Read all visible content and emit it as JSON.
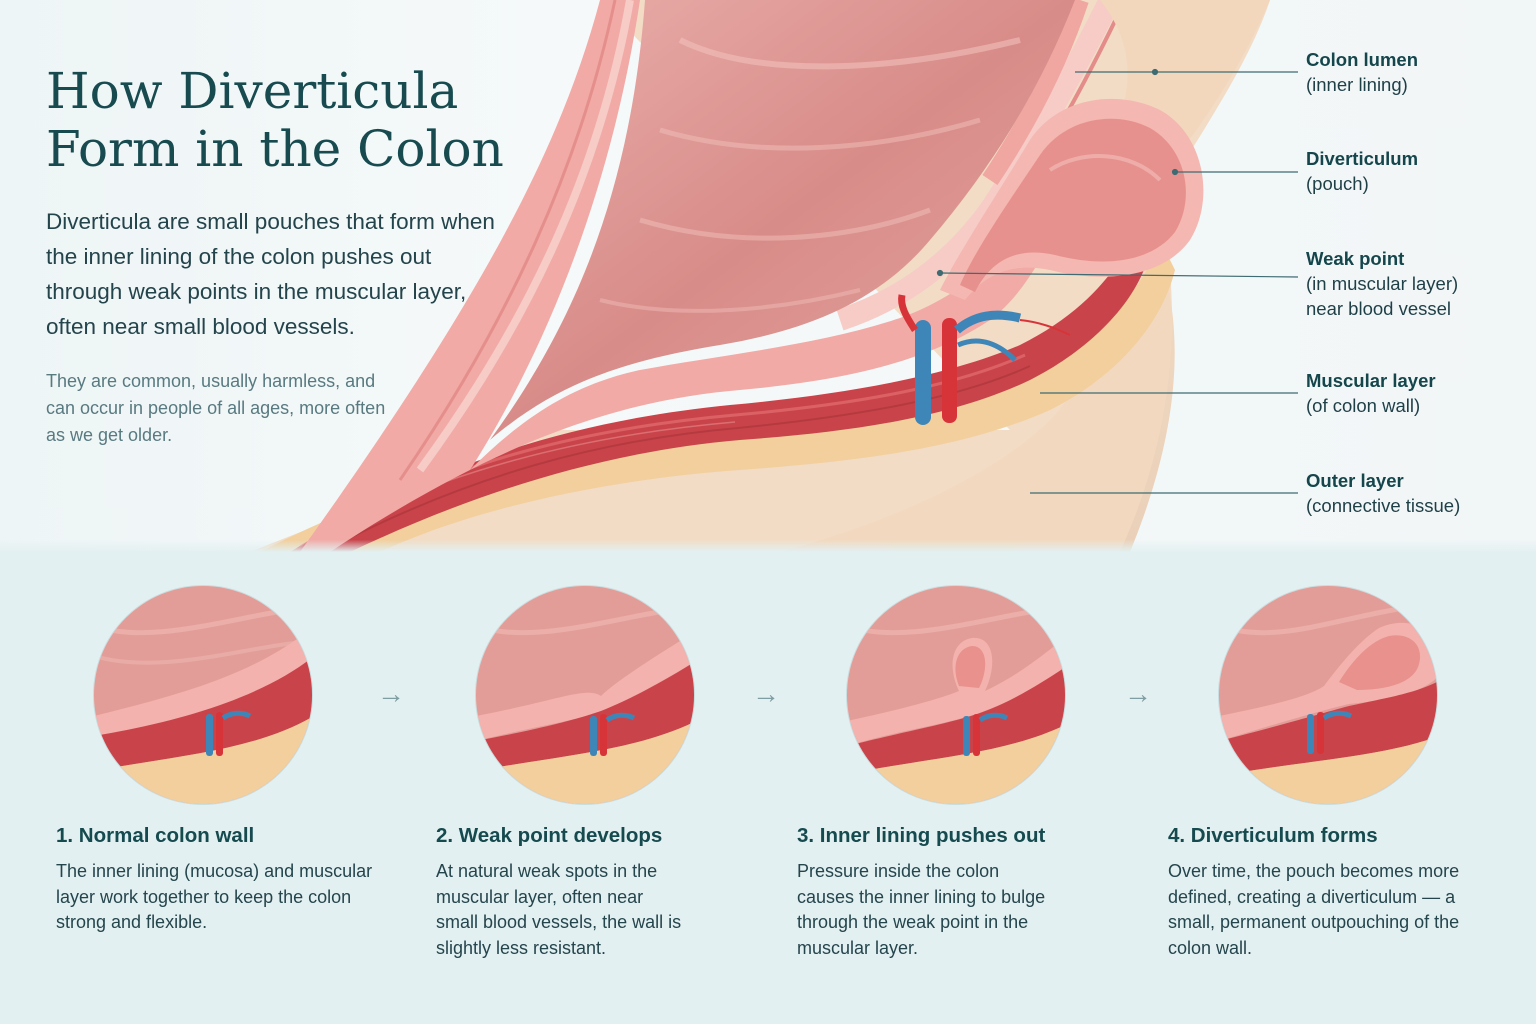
{
  "header": {
    "title_line1": "How Diverticula",
    "title_line2": "Form in the Colon",
    "intro": "Diverticula are small pouches that form when the inner lining of the colon pushes out through weak points in the muscular layer, often near small blood vessels.",
    "note": "They are common, usually harmless, and can occur in people of all ages, more often as we get older."
  },
  "labels": [
    {
      "title": "Colon lumen",
      "lines": [
        "(inner lining)"
      ]
    },
    {
      "title": "Diverticulum",
      "lines": [
        "(pouch)"
      ]
    },
    {
      "title": "Weak point",
      "lines": [
        "(in muscular layer)",
        "near blood vessel"
      ]
    },
    {
      "title": "Muscular layer",
      "lines": [
        "(of colon wall)"
      ]
    },
    {
      "title": "Outer layer",
      "lines": [
        "(connective tissue)"
      ]
    }
  ],
  "steps": [
    {
      "title": "1. Normal colon wall",
      "text": "The inner lining (mucosa) and muscular layer work together to keep the colon strong and flexible."
    },
    {
      "title": "2. Weak point develops",
      "text": "At natural weak spots in the muscular layer, often near small blood vessels, the wall is slightly less resistant."
    },
    {
      "title": "3. Inner lining pushes out",
      "text": "Pressure inside the colon causes the inner lining to bulge through the weak point in the muscular layer."
    },
    {
      "title": "4. Diverticulum forms",
      "text": "Over time, the pouch becomes more defined, creating a diverticulum — a small, permanent outpouching of the colon wall."
    }
  ],
  "icons": {
    "arrow": "arrow-right-icon"
  },
  "colors": {
    "title": "#174b50",
    "lumen": "#e59b97",
    "mucosa": "#f3b3ad",
    "muscle": "#c9444a",
    "connective": "#f2d3a8",
    "outer": "#f3dcc7",
    "artery": "#d7343a",
    "vein": "#3f86b8"
  }
}
